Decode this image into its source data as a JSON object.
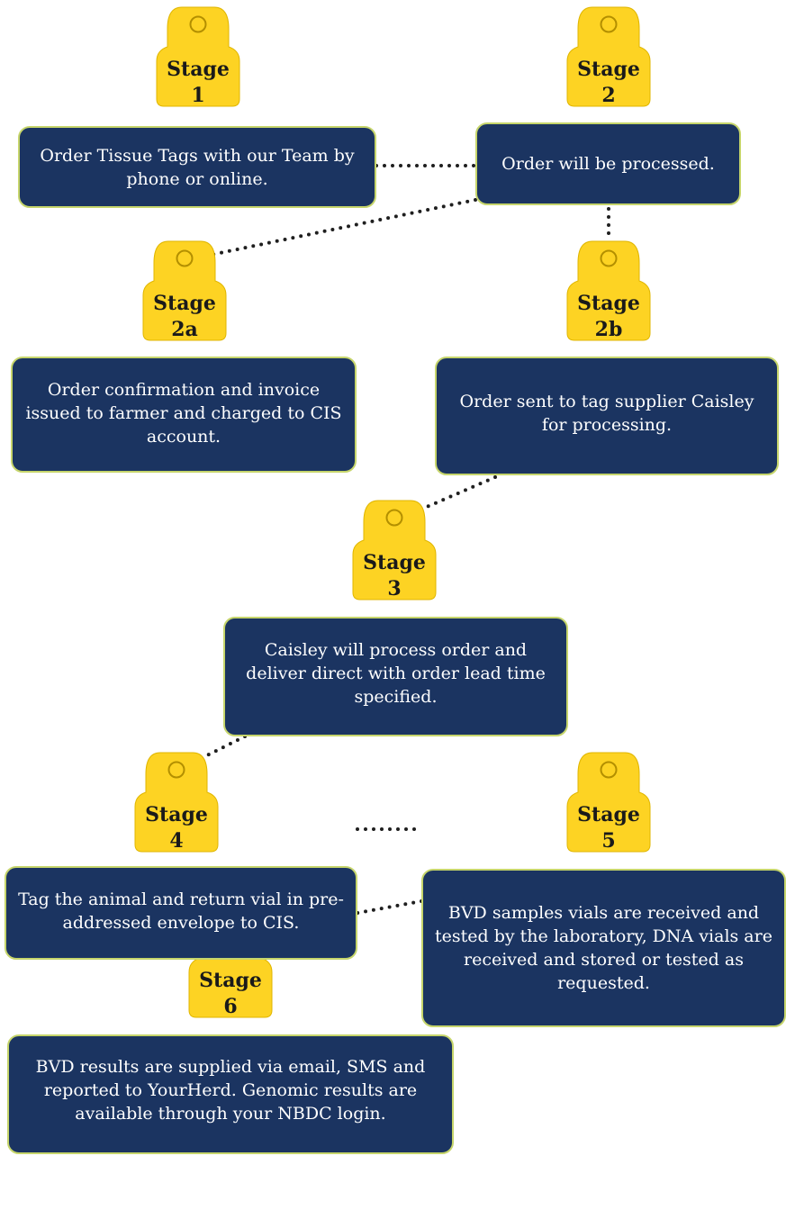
{
  "colors": {
    "box_fill": "#1b3461",
    "box_border": "#c6d56b",
    "tag_fill": "#fdd323",
    "connector": "#1f1f1f"
  },
  "stages": [
    {
      "id": "1",
      "tag_word": "Stage",
      "tag_number": "1",
      "text": "Order Tissue Tags with our Team by phone or online."
    },
    {
      "id": "2",
      "tag_word": "Stage",
      "tag_number": "2",
      "text": "Order will be processed."
    },
    {
      "id": "2a",
      "tag_word": "Stage",
      "tag_number": "2a",
      "text": "Order confirmation and invoice issued to farmer and charged to CIS account."
    },
    {
      "id": "2b",
      "tag_word": "Stage",
      "tag_number": "2b",
      "text": "Order sent to tag supplier Caisley for processing."
    },
    {
      "id": "3",
      "tag_word": "Stage",
      "tag_number": "3",
      "text": "Caisley will process order and deliver direct with order lead time specified."
    },
    {
      "id": "4",
      "tag_word": "Stage",
      "tag_number": "4",
      "text": "Tag the animal and return vial in pre-addressed envelope to CIS."
    },
    {
      "id": "5",
      "tag_word": "Stage",
      "tag_number": "5",
      "text": "BVD samples vials are received and tested by the laboratory, DNA vials are received and stored or tested as requested."
    },
    {
      "id": "6",
      "tag_word": "Stage",
      "tag_number": "6",
      "text": "BVD results are supplied via email, SMS and reported to YourHerd. Genomic results are available through your NBDC login."
    }
  ]
}
